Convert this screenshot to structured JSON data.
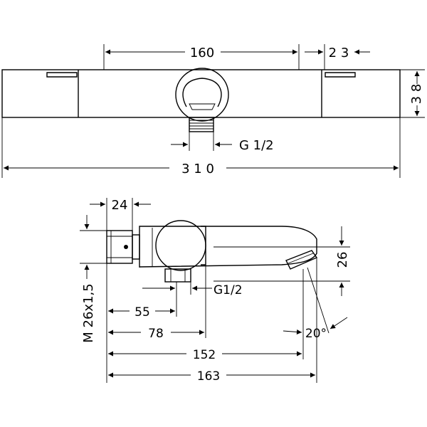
{
  "top_view": {
    "dim_width_160": "160",
    "dim_offset_23": "2 3",
    "dim_height_38": "3 8",
    "dim_thread": "G 1/2",
    "dim_total_310": "3 1 0"
  },
  "side_view": {
    "dim_24": "24",
    "dim_thread_m": "M 26x1,5",
    "dim_26": "26",
    "dim_thread_g": "G1/2",
    "dim_55": "55",
    "dim_78": "78",
    "dim_angle": "20°",
    "dim_152": "152",
    "dim_163": "163"
  }
}
